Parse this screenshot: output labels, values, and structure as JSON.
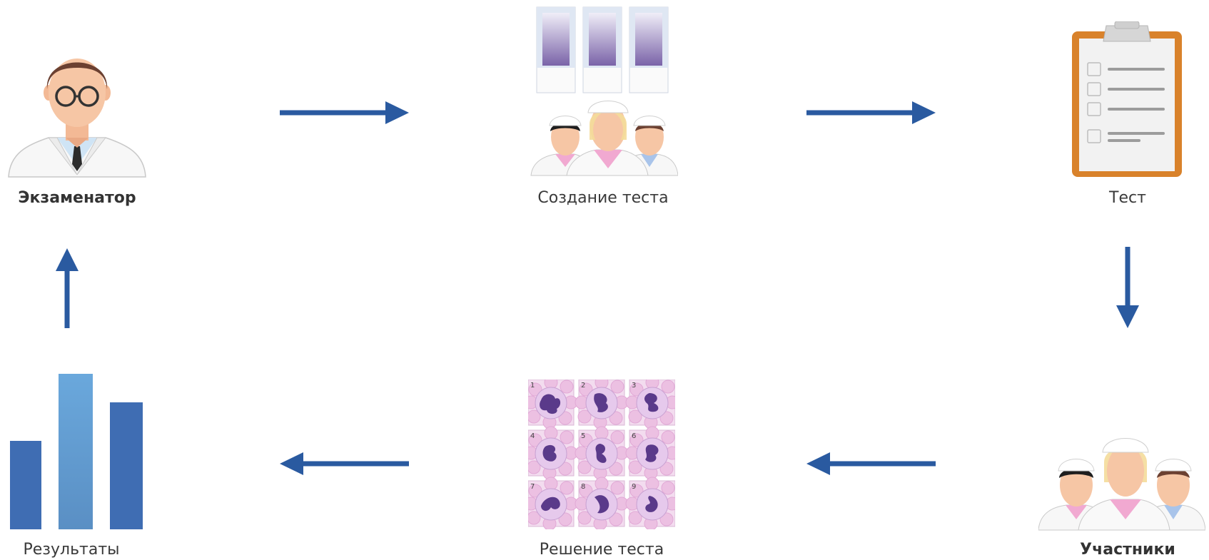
{
  "diagram": {
    "nodes": {
      "examiner": {
        "label": "Экзаменатор",
        "icon": "doctor-icon"
      },
      "create_test": {
        "label": "Создание теста",
        "icon": "slides-and-team-icon"
      },
      "test": {
        "label": "Тест",
        "icon": "clipboard-icon"
      },
      "participants": {
        "label": "Участники",
        "icon": "team-icon"
      },
      "solve_test": {
        "label": "Решение теста",
        "icon": "cell-grid-icon"
      },
      "results": {
        "label": "Результаты",
        "icon": "bar-chart-icon"
      }
    },
    "cell_numbers": [
      "1",
      "2",
      "3",
      "4",
      "5",
      "6",
      "7",
      "8",
      "9"
    ],
    "colors": {
      "arrow": "#2a5aa0",
      "clipboard": "#d9822b",
      "bar_dark": "#3f6db3",
      "bar_light": "#5b9bd5",
      "nucleus": "#5a3a8a",
      "cell_bg": "#f3dcef"
    }
  }
}
